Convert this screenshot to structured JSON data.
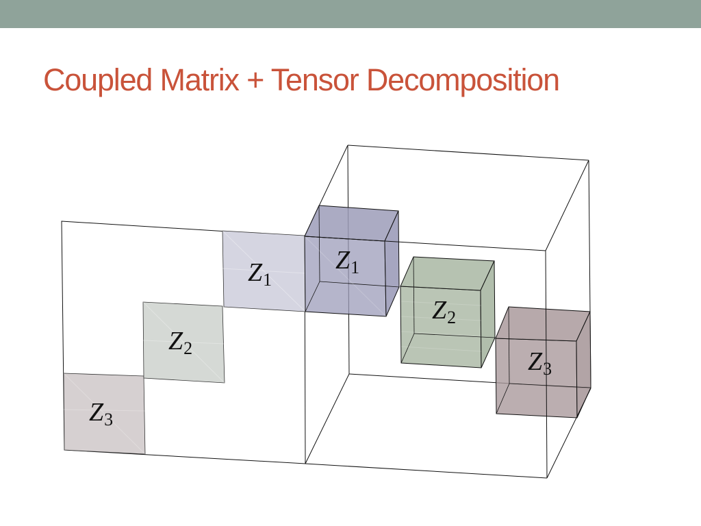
{
  "slide": {
    "title": "Coupled Matrix + Tensor Decomposition"
  },
  "colors": {
    "top_bar": "#8fa39a",
    "title": "#c9533a",
    "outline": "#111111",
    "z1_fill": "#9c9cb9",
    "z2_fill": "#a9b7a3",
    "z3_fill": "#aa9a9c",
    "z1_matrix_fill": "#d5d5e1",
    "z2_matrix_fill": "#d5d9d5",
    "z3_matrix_fill": "#d6d0d1"
  },
  "diagram": {
    "matrix_blocks": [
      {
        "symbol": "Z",
        "index": "1"
      },
      {
        "symbol": "Z",
        "index": "2"
      },
      {
        "symbol": "Z",
        "index": "3"
      }
    ],
    "tensor_blocks": [
      {
        "symbol": "Z",
        "index": "1"
      },
      {
        "symbol": "Z",
        "index": "2"
      },
      {
        "symbol": "Z",
        "index": "3"
      }
    ]
  }
}
